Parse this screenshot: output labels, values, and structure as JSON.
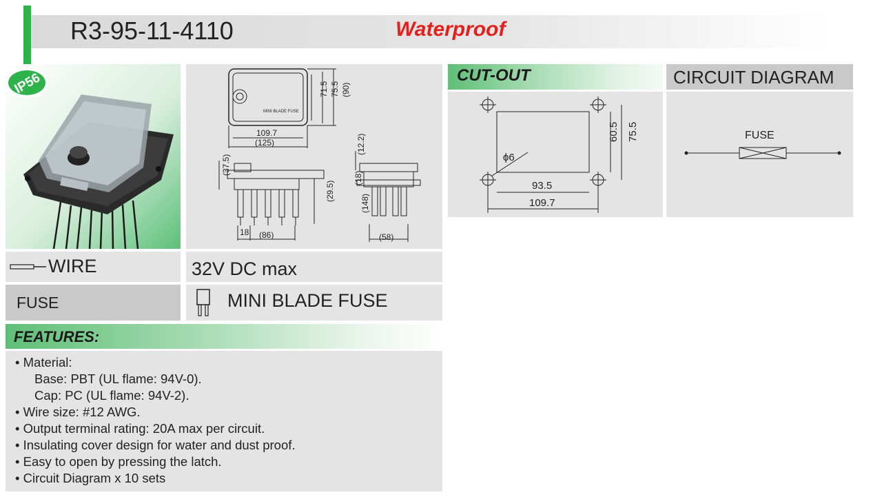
{
  "header": {
    "model": "R3-95-11-4110",
    "tag": "Waterproof",
    "accent_color": "#2db34a",
    "tag_color": "#e3201b"
  },
  "badge": {
    "text": "IP56"
  },
  "drawing": {
    "label_plate": "MINI BLADE FUSE",
    "dims_front": [
      "71.5",
      "75.5",
      "(90)",
      "109.7",
      "(125)"
    ],
    "dims_side": [
      "(37.5)",
      "(29.5)",
      "18",
      "(86)"
    ],
    "dims_end": [
      "(12.2)",
      "(18)",
      "(148)",
      "(58)"
    ]
  },
  "specs": {
    "wire_label": "WIRE",
    "voltage": "32V DC max",
    "fuse_label": "FUSE",
    "fuse_type": "MINI BLADE FUSE"
  },
  "features": {
    "title": "FEATURES:",
    "lines": [
      "• Material:",
      "Base: PBT (UL flame: 94V-0).",
      "Cap: PC (UL flame: 94V-2).",
      "• Wire size: #12 AWG.",
      "• Output terminal rating: 20A max per circuit.",
      "• Insulating cover design for water and dust proof.",
      "• Easy to open by pressing the latch.",
      "• Circuit Diagram x 10 sets"
    ]
  },
  "cutout": {
    "title": "CUT-OUT",
    "hole": "ϕ6",
    "dims": [
      "60.5",
      "75.5",
      "93.5",
      "109.7"
    ]
  },
  "circuit": {
    "title": "CIRCUIT DIAGRAM",
    "fuse_label": "FUSE"
  }
}
